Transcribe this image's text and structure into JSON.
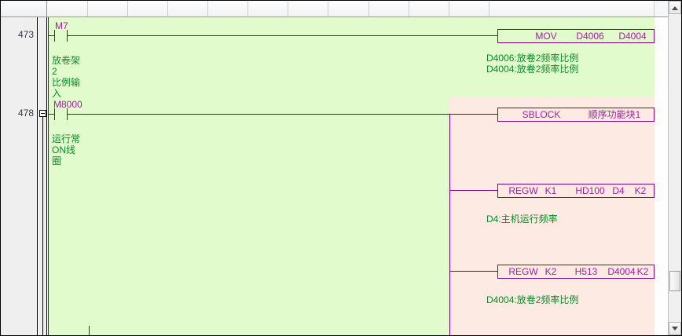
{
  "window": {
    "title": "Ladder Diagram Editor",
    "background_green": "#e2fbcd",
    "background_pink": "#fdeae3",
    "wire_color": "#800080",
    "comment_color": "#0a8a28",
    "label_color": "#a020a0"
  },
  "header": {
    "columns": [
      "",
      "",
      "",
      "",
      "",
      "",
      "",
      "",
      "",
      "",
      "",
      "",
      "",
      "",
      ""
    ]
  },
  "scrollbar": {
    "up_arrow": "scroll-up-arrow",
    "down_arrow": "scroll-down-arrow",
    "thumb": "scroll-thumb"
  },
  "rungs": [
    {
      "number": "473",
      "collapsible": false,
      "contact": {
        "label": "M7",
        "type": "normally-open"
      },
      "contact_comment": "放卷架2\n比例输\n入",
      "contact_comment_lines": [
        "放卷架2",
        "比例输",
        "入"
      ],
      "instructions": [
        {
          "name": "MOV",
          "operands": [
            "D4006",
            "D4004"
          ],
          "comments": [
            "D4006:放卷2频率比例",
            "D4004:放卷2频率比例"
          ]
        }
      ]
    },
    {
      "number": "478",
      "collapsible": true,
      "collapse_state": "expanded",
      "contact": {
        "label": "M8000",
        "type": "normally-open"
      },
      "contact_comment_lines": [
        "运行常",
        "ON线圈"
      ],
      "instructions": [
        {
          "name": "SBLOCK",
          "operands": [
            "顺序功能块1"
          ],
          "comments": []
        },
        {
          "name": "REGW",
          "operands": [
            "K1",
            "HD100",
            "D4",
            "K2"
          ],
          "comments": [
            "D4:主机运行频率"
          ]
        },
        {
          "name": "REGW",
          "operands": [
            "K2",
            "H513",
            "D4004",
            "K2"
          ],
          "comments": [
            "D4004:放卷2频率比例"
          ]
        }
      ]
    }
  ]
}
